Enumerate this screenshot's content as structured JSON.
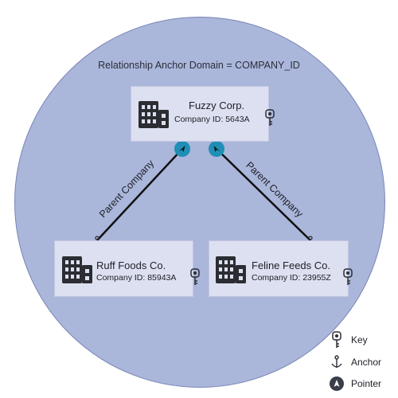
{
  "diagram": {
    "domain_label": "Relationship Anchor Domain = COMPANY_ID",
    "companies": [
      {
        "name": "Fuzzy Corp.",
        "company_id": "Company ID: 5643A"
      },
      {
        "name": "Ruff Foods Co.",
        "company_id": "Company ID: 85943A"
      },
      {
        "name": "Feline Feeds Co.",
        "company_id": "Company ID: 23955Z"
      }
    ],
    "relationships": [
      {
        "label": "Parent Company",
        "from": "Ruff Foods Co.",
        "to": "Fuzzy Corp."
      },
      {
        "label": "Parent Company",
        "from": "Feline Feeds Co.",
        "to": "Fuzzy Corp."
      }
    ],
    "colors": {
      "domain_fill": "#aab6da",
      "card_fill": "#dde0f0",
      "pointer": "#1f8fb5",
      "icon": "#2b2d33"
    }
  },
  "legend": {
    "key_label": "Key",
    "anchor_label": "Anchor",
    "pointer_label": "Pointer",
    "key_icon": "key-icon",
    "anchor_icon": "anchor-icon",
    "pointer_icon": "pointer-icon"
  }
}
